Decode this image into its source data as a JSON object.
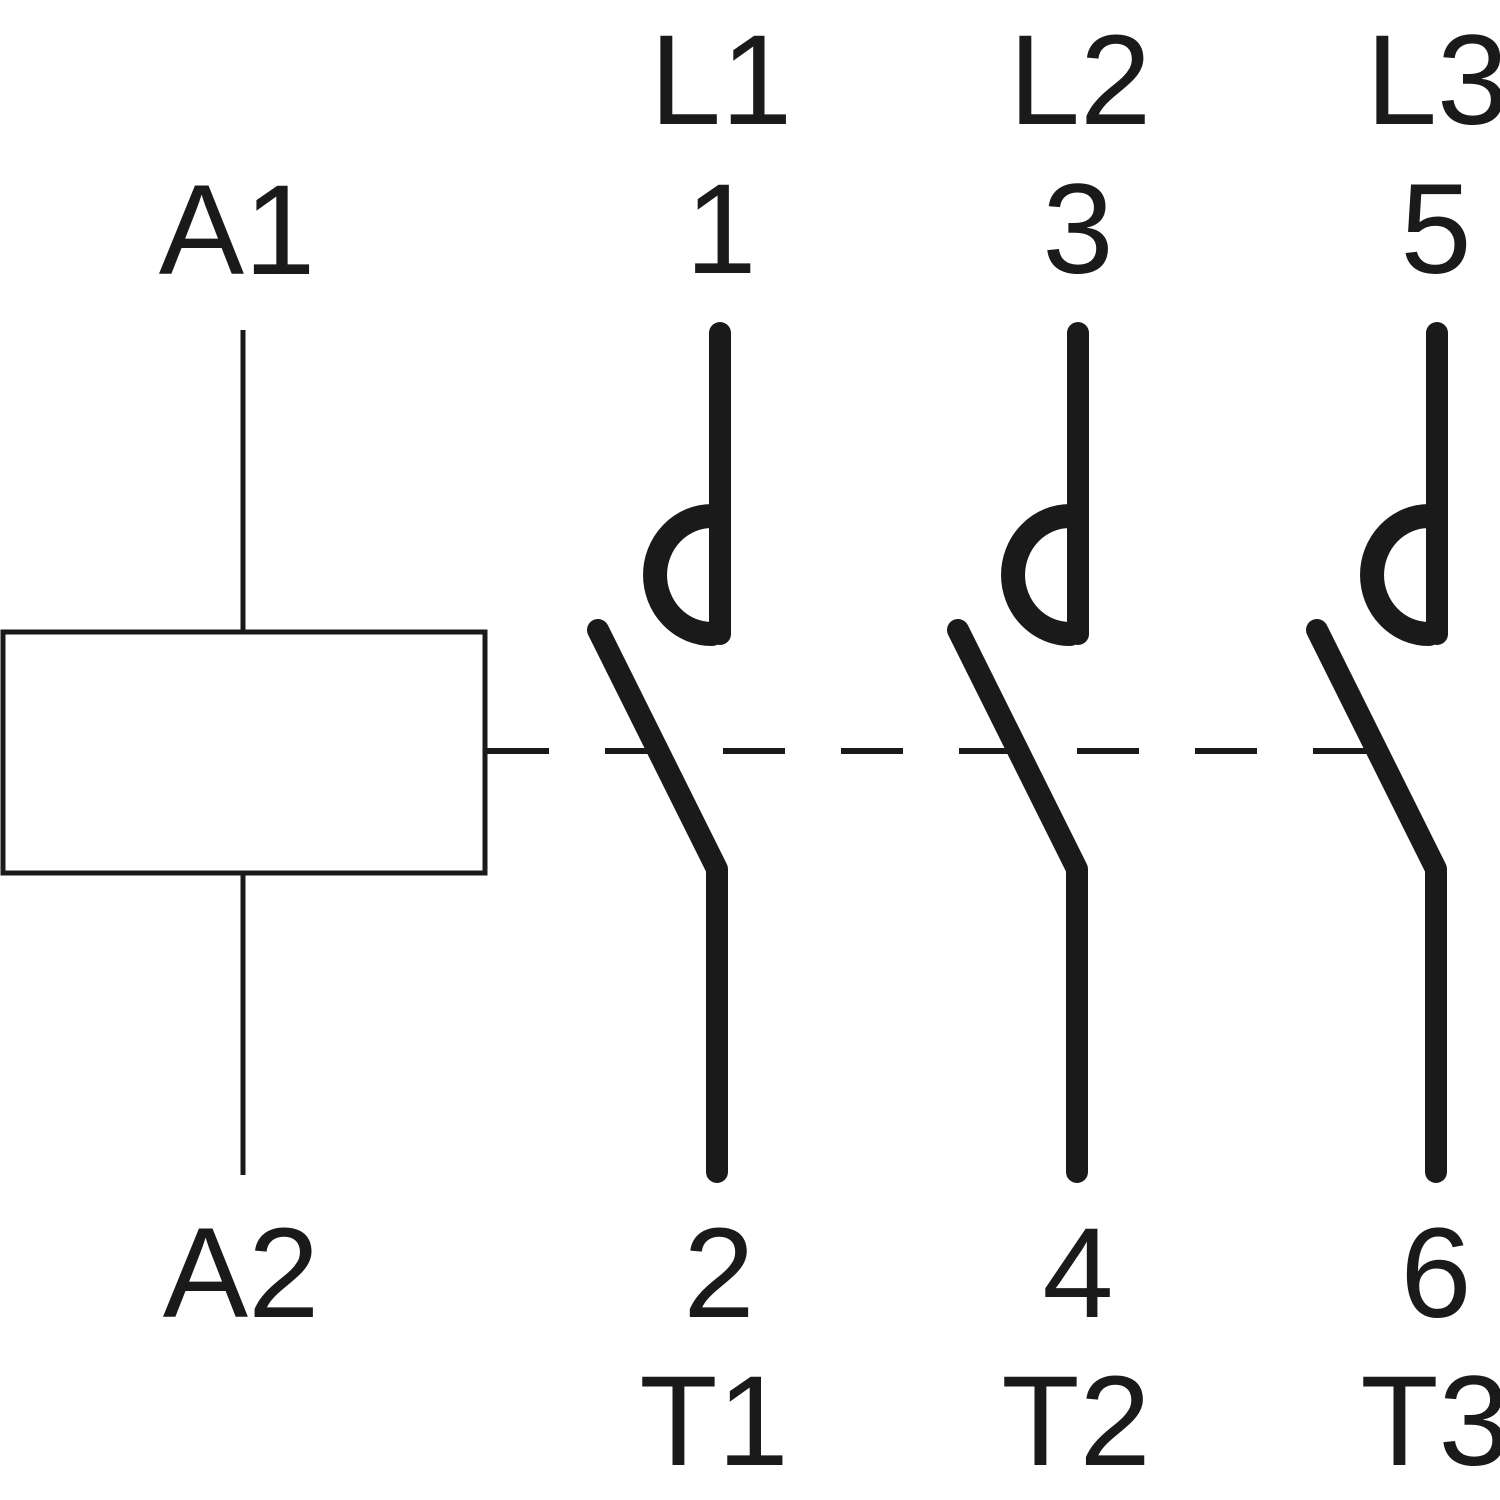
{
  "colors": {
    "ink": "#1a1a1a",
    "background": "#ffffff"
  },
  "coil": {
    "top_terminal": "A1",
    "bottom_terminal": "A2"
  },
  "poles": [
    {
      "line": "L1",
      "input": "1",
      "output": "2",
      "load": "T1"
    },
    {
      "line": "L2",
      "input": "3",
      "output": "4",
      "load": "T2"
    },
    {
      "line": "L3",
      "input": "5",
      "output": "6",
      "load": "T3"
    }
  ]
}
